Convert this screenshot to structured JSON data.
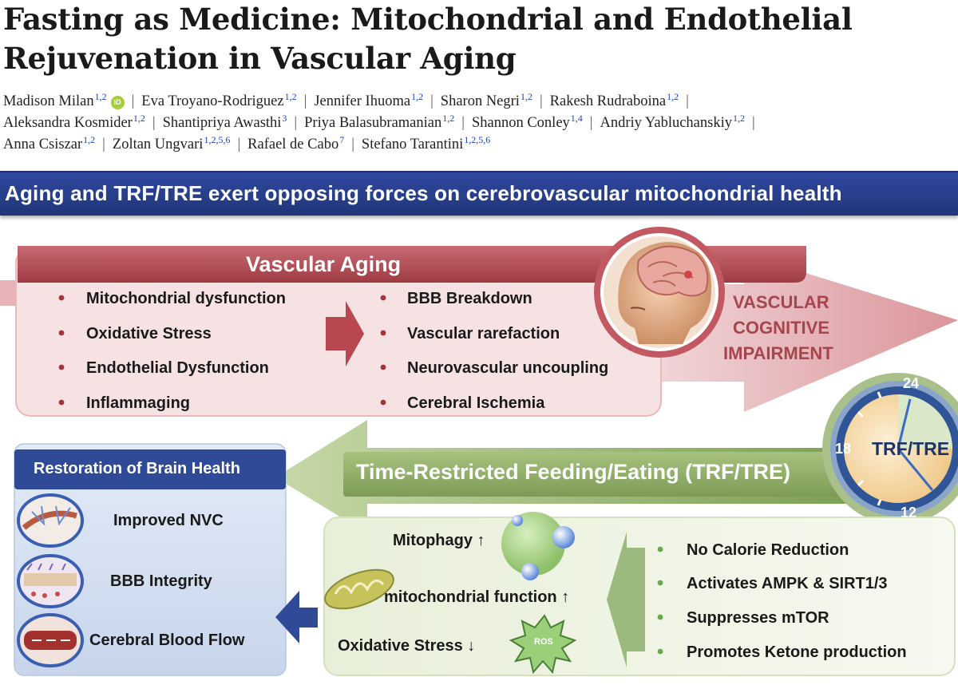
{
  "paper": {
    "title": "Fasting as Medicine: Mitochondrial and Endothelial Rejuvenation in Vascular Aging",
    "authors": [
      {
        "name": "Madison Milan",
        "aff": "1,2",
        "orcid": true
      },
      {
        "name": "Eva Troyano-Rodriguez",
        "aff": "1,2"
      },
      {
        "name": "Jennifer Ihuoma",
        "aff": "1,2"
      },
      {
        "name": "Sharon Negri",
        "aff": "1,2"
      },
      {
        "name": "Rakesh Rudraboina",
        "aff": "1,2"
      },
      {
        "name": "Aleksandra Kosmider",
        "aff": "1,2"
      },
      {
        "name": "Shantipriya Awasthi",
        "aff": "3"
      },
      {
        "name": "Priya Balasubramanian",
        "aff": "1,2"
      },
      {
        "name": "Shannon Conley",
        "aff": "1,4"
      },
      {
        "name": "Andriy Yabluchanskiy",
        "aff": "1,2"
      },
      {
        "name": "Anna Csiszar",
        "aff": "1,2"
      },
      {
        "name": "Zoltan Ungvari",
        "aff": "1,2,5,6"
      },
      {
        "name": "Rafael de Cabo",
        "aff": "7"
      },
      {
        "name": "Stefano Tarantini",
        "aff": "1,2,5,6"
      }
    ],
    "orcid_label": "iD"
  },
  "figure": {
    "header": "Aging and TRF/TRE exert opposing forces on cerebrovascular mitochondrial health",
    "vascular_aging": {
      "title": "Vascular Aging",
      "causes": [
        "Mitochondrial dysfunction",
        "Oxidative Stress",
        "Endothelial Dysfunction",
        "Inflammaging"
      ],
      "effects": [
        "BBB Breakdown",
        "Vascular rarefaction",
        "Neurovascular uncoupling",
        "Cerebral Ischemia"
      ],
      "outcome": [
        "VASCULAR",
        "COGNITIVE",
        "IMPAIRMENT"
      ]
    },
    "trf": {
      "title": "Time-Restricted Feeding/Eating (TRF/TRE)",
      "clock_label": "TRF/TRE",
      "clock_numbers": [
        "24",
        "18",
        "12"
      ],
      "mechanisms": [
        "Mitophagy ↑",
        "mitochondrial function ↑",
        "Oxidative Stress ↓"
      ],
      "ros_label": "ROS",
      "features": [
        "No Calorie Reduction",
        "Activates AMPK & SIRT1/3",
        "Suppresses mTOR",
        "Promotes Ketone production"
      ]
    },
    "restoration": {
      "title": "Restoration of Brain Health",
      "items": [
        "Improved NVC",
        "BBB Integrity",
        "Cerebral Blood Flow"
      ]
    },
    "colors": {
      "header_blue": "#2a3f8f",
      "aging_red": "#b8505a",
      "trf_green": "#8fb06a",
      "restore_blue": "#d8e3f3"
    }
  }
}
